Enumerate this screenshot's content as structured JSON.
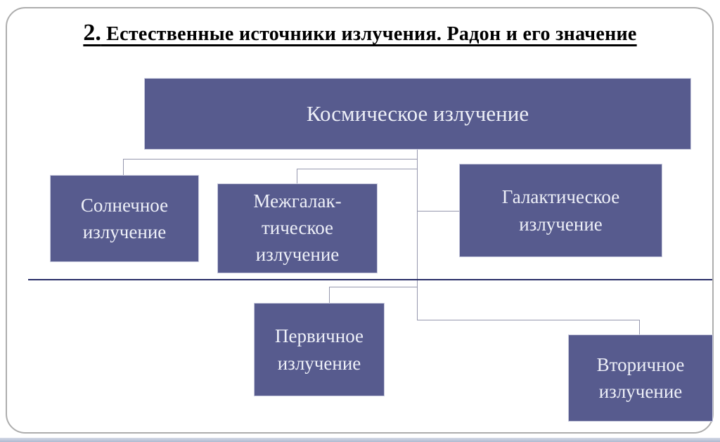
{
  "title": {
    "number": "2.",
    "text": " Естественные источники излучения. Радон и его значение"
  },
  "diagram": {
    "root": {
      "label": "Космическое излучение"
    },
    "children": [
      {
        "id": "solar",
        "label": "Солнечное\nизлучение"
      },
      {
        "id": "intergalactic",
        "label": "Межгалак-\nтическое\nизлучение"
      },
      {
        "id": "galactic",
        "label": "Галактическое\nизлучение"
      },
      {
        "id": "primary",
        "label": "Первичное\nизлучение"
      },
      {
        "id": "secondary",
        "label": "Вторичное\nизлучение"
      }
    ]
  },
  "colors": {
    "box_fill": "#575b8e",
    "box_border": "#c9cbde",
    "box_text": "#eef0f8",
    "connector": "#9597ad",
    "divider": "#272c67",
    "title_color": "#000000",
    "frame_border": "#adadad",
    "band_top": "#d4dae6",
    "band_bottom": "#aeb9d0"
  }
}
